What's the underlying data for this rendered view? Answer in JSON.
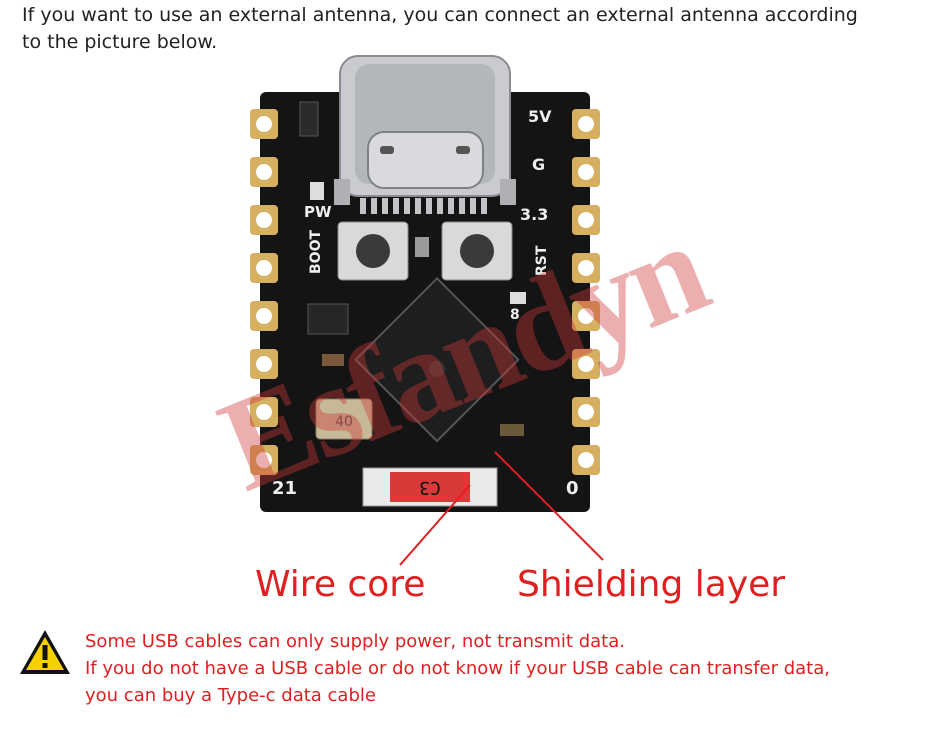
{
  "intro": {
    "line1": "If you want to use an external antenna, you can connect an external antenna according",
    "line2": "to the picture below."
  },
  "board": {
    "pin_labels": [
      "5V",
      "G",
      "3.3",
      "PW",
      "BOOT",
      "RST",
      "21",
      "0",
      "8"
    ],
    "component_label": "C3",
    "crystal_label": "40"
  },
  "labels": {
    "wire_core": "Wire core",
    "shielding_layer": "Shielding layer"
  },
  "warning": {
    "line1": "Some USB cables can only supply power, not transmit data.",
    "line2": "If you do not have a USB cable or do not know if your USB cable can transfer data,",
    "line3": "you can buy a Type-c data cable"
  },
  "watermark": "Esfandyn",
  "colors": {
    "accent_red": "#e02020",
    "board": "#121212",
    "pad_gold": "#d6b061"
  }
}
